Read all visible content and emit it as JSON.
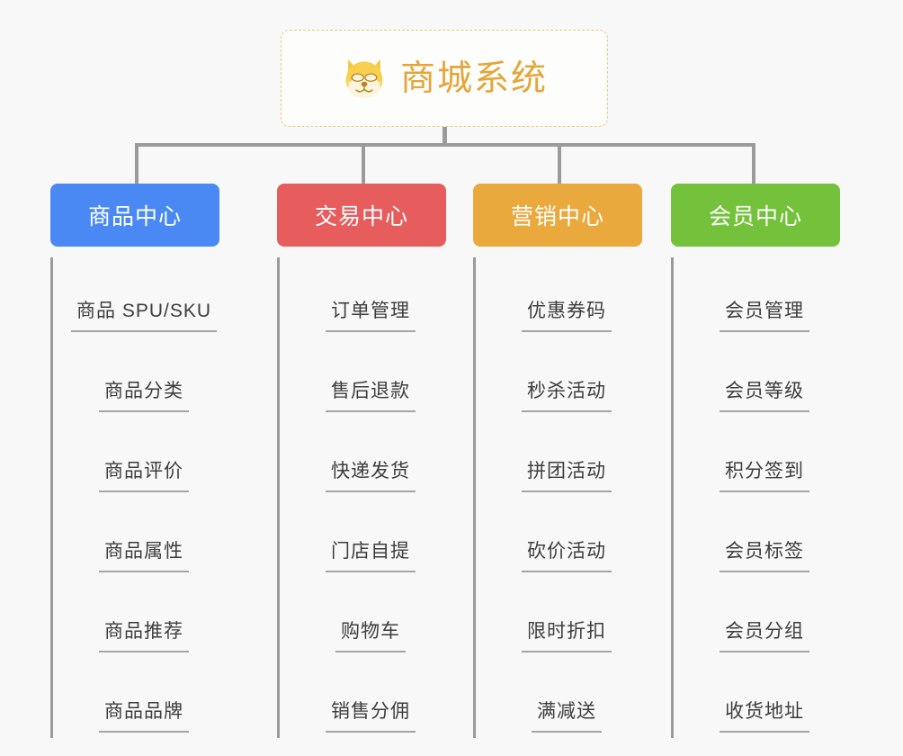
{
  "root": {
    "title": "商城系统",
    "icon": "dog-face-icon",
    "border_color": "#edc87a",
    "title_color": "#e3a63a"
  },
  "connector_color": "#9b9b9b",
  "background_color": "#f8f8f8",
  "columns": [
    {
      "id": "product-center",
      "title": "商品中心",
      "color": "#4a89f3",
      "items": [
        "商品 SPU/SKU",
        "商品分类",
        "商品评价",
        "商品属性",
        "商品推荐",
        "商品品牌"
      ]
    },
    {
      "id": "trade-center",
      "title": "交易中心",
      "color": "#e75c5c",
      "items": [
        "订单管理",
        "售后退款",
        "快递发货",
        "门店自提",
        "购物车",
        "销售分佣"
      ]
    },
    {
      "id": "marketing-center",
      "title": "营销中心",
      "color": "#eaa93c",
      "items": [
        "优惠券码",
        "秒杀活动",
        "拼团活动",
        "砍价活动",
        "限时折扣",
        "满减送"
      ]
    },
    {
      "id": "member-center",
      "title": "会员中心",
      "color": "#74c13c",
      "items": [
        "会员管理",
        "会员等级",
        "积分签到",
        "会员标签",
        "会员分组",
        "收货地址"
      ]
    }
  ]
}
